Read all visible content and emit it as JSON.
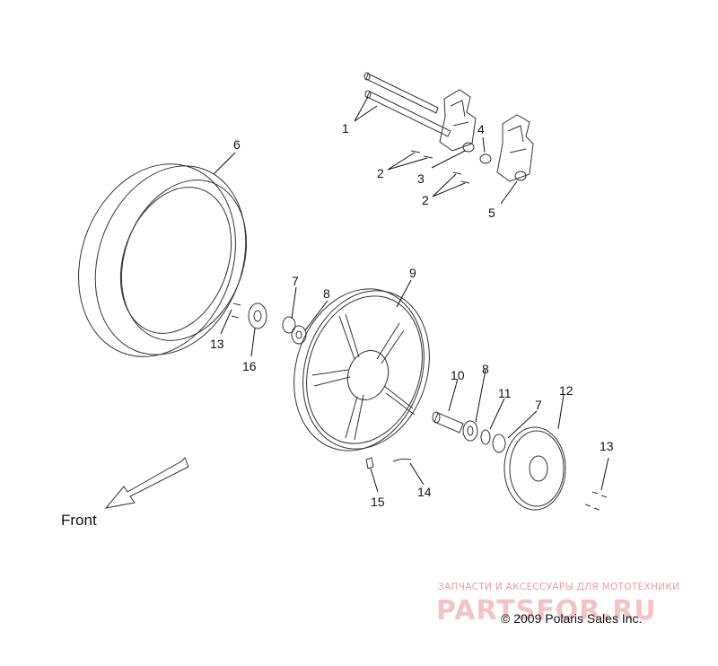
{
  "callouts": [
    {
      "id": "1",
      "label": "1"
    },
    {
      "id": "2a",
      "label": "2"
    },
    {
      "id": "2b",
      "label": "2"
    },
    {
      "id": "3",
      "label": "3"
    },
    {
      "id": "4",
      "label": "4"
    },
    {
      "id": "5",
      "label": "5"
    },
    {
      "id": "6",
      "label": "6"
    },
    {
      "id": "7a",
      "label": "7"
    },
    {
      "id": "7b",
      "label": "7"
    },
    {
      "id": "8a",
      "label": "8"
    },
    {
      "id": "8b",
      "label": "8"
    },
    {
      "id": "9",
      "label": "9"
    },
    {
      "id": "10",
      "label": "10"
    },
    {
      "id": "11",
      "label": "11"
    },
    {
      "id": "12",
      "label": "12"
    },
    {
      "id": "13a",
      "label": "13"
    },
    {
      "id": "13b",
      "label": "13"
    },
    {
      "id": "14",
      "label": "14"
    },
    {
      "id": "15",
      "label": "15"
    },
    {
      "id": "16",
      "label": "16"
    }
  ],
  "front_label": "Front",
  "watermark": {
    "tagline": "ЗАПЧАСТИ И АКСЕССУАРЫ ДЛЯ МОТОТЕХНИКИ",
    "logo": "PARTSFOR.RU"
  },
  "copyright": "© 2009 Polaris Sales Inc.",
  "colors": {
    "line": "#333333",
    "watermark": "#e8a0a4"
  }
}
